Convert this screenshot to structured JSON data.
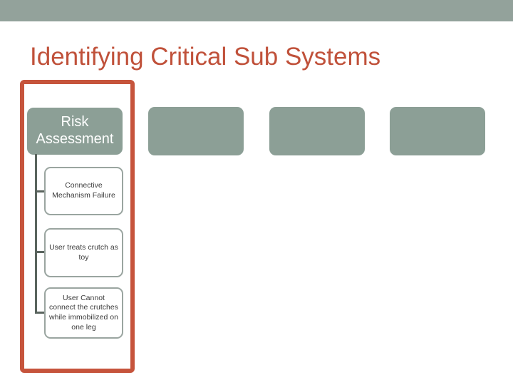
{
  "slide": {
    "title": "Identifying Critical Sub Systems"
  },
  "colors": {
    "top_bar": "#93a29b",
    "shape_fill": "#8c9f96",
    "title_text": "#c0513a",
    "selection_border": "#c6543c",
    "connector": "#5a645e",
    "child_box_border": "#9aa5a0",
    "child_box_text": "#3a3a3a",
    "root_text": "#ffffff",
    "background": "#ffffff"
  },
  "diagram": {
    "type": "hierarchy",
    "root": {
      "label": "Risk\nAssessment"
    },
    "children": [
      {
        "label": "Connective\nMechanism Failure"
      },
      {
        "label": "User treats crutch as\ntoy"
      },
      {
        "label": "User Cannot\nconnect the crutches\nwhile immobilized on\none leg"
      }
    ],
    "sibling_placeholders": 3,
    "selection": "root-branch-highlighted"
  }
}
